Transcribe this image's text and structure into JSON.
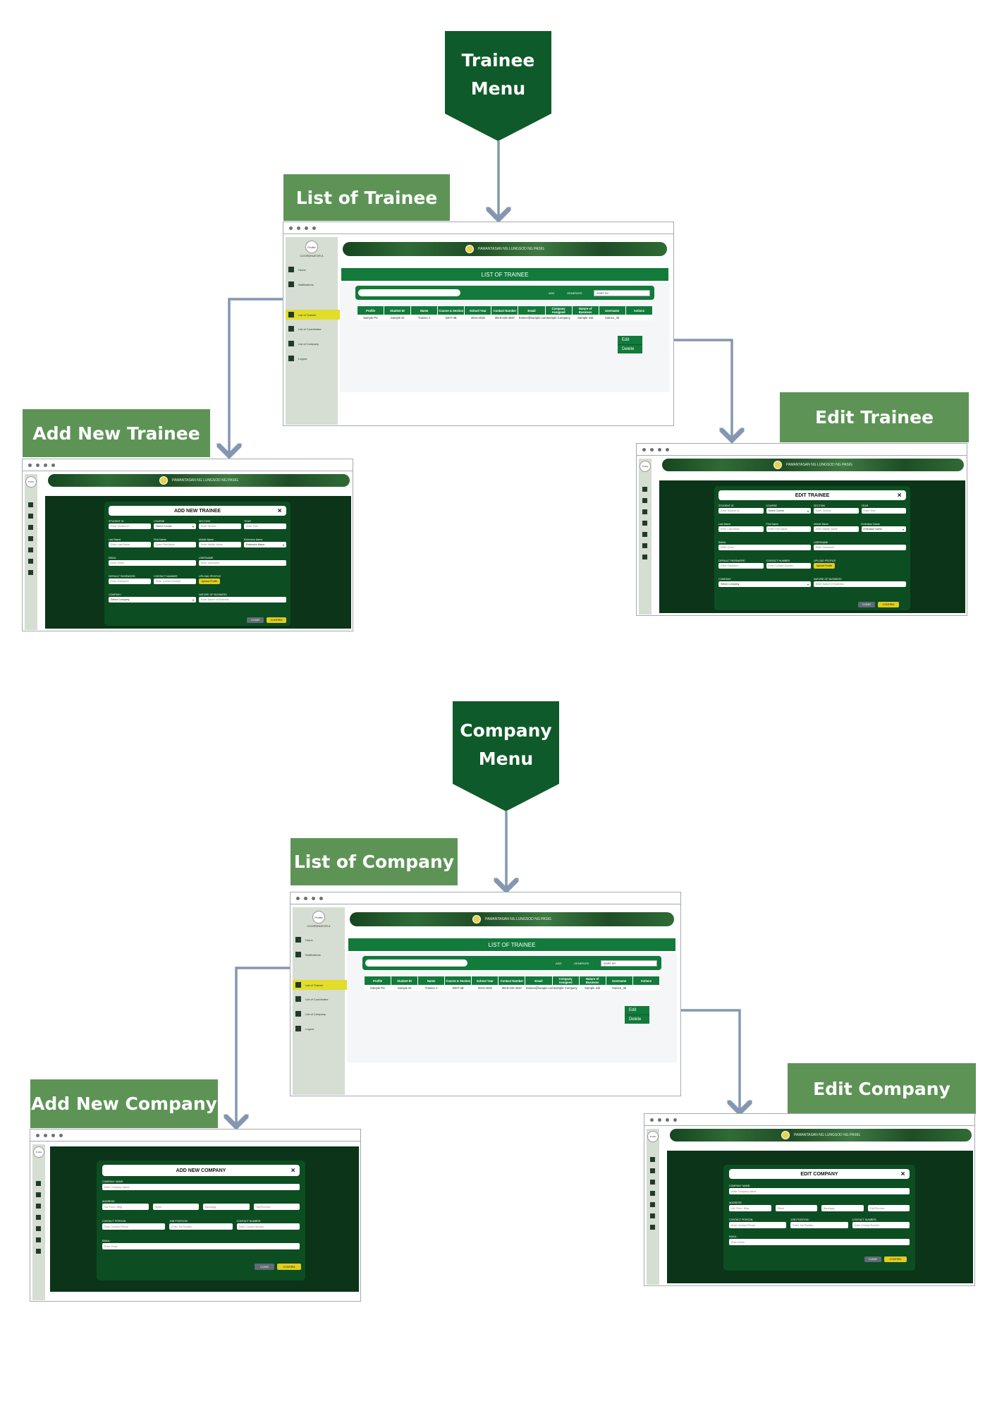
{
  "headings": {
    "trainee_menu": [
      "Trainee",
      "Menu"
    ],
    "company_menu": [
      "Company",
      "Menu"
    ]
  },
  "labels": {
    "list_trainee": "List of Trainee",
    "add_trainee": "Add New Trainee",
    "edit_trainee": "Edit Trainee",
    "list_company": "List of Company",
    "add_company": "Add New Company",
    "edit_company": "Edit Company"
  },
  "app": {
    "banner": "PAMANTASAN NG LUNGSOD NG PASIG",
    "profile": "Profile",
    "user": "COORDINATOR A",
    "nav": [
      "Home",
      "Notifications",
      "List of Trainee",
      "List of Coordinator",
      "List of Company",
      "Logout"
    ],
    "list_title": "LIST OF TRAINEE",
    "add_btn": "ADD",
    "generate_btn": "GENERATE",
    "sort_placeholder": "SORT BY",
    "columns": [
      "Profile",
      "Student ID",
      "Name",
      "Course & Section",
      "School Year",
      "Contact Number",
      "Email",
      "Company Assigned",
      "Nature of Business",
      "Username",
      "Actions"
    ],
    "row": [
      "Sample Pic",
      "Sample ID",
      "Trainee A",
      "BSIT-4B",
      "2024-2025",
      "0919-225-4567",
      "trainee@sample.com",
      "Sample Company",
      "Sample Job",
      "trainee_45",
      ""
    ],
    "action_menu": [
      "Edit",
      "Delete"
    ]
  },
  "add_trainee_form": {
    "title": "ADD NEW TRAINEE",
    "close": "✕",
    "fields": [
      {
        "label": "STUDENT ID",
        "placeholder": "Enter Student ID"
      },
      {
        "label": "COURSE",
        "placeholder": "Select Course"
      },
      {
        "label": "SECTION",
        "placeholder": "Enter Section"
      },
      {
        "label": "YEAR",
        "placeholder": "Enter Year"
      },
      {
        "label": "Last Name",
        "placeholder": "Enter Last Name"
      },
      {
        "label": "First Name",
        "placeholder": "Enter First Name"
      },
      {
        "label": "Middle Name",
        "placeholder": "Enter Middle Name"
      },
      {
        "label": "Extension Name",
        "placeholder": "Extension Name"
      },
      {
        "label": "EMAIL",
        "placeholder": "Enter Email"
      },
      {
        "label": "USERNAME",
        "placeholder": "Enter Username"
      },
      {
        "label": "DEFAULT PASSWORD",
        "placeholder": "Enter Password"
      },
      {
        "label": "CONTACT NUMBER",
        "placeholder": "Enter Contact Number"
      },
      {
        "label": "UPLOAD PROFILE",
        "placeholder": "Upload Profile"
      },
      {
        "label": "COMPANY",
        "placeholder": "Select Company"
      },
      {
        "label": "NATURE OF BUSINESS",
        "placeholder": "Enter Nature of Business"
      }
    ],
    "clear": "CLEAR",
    "confirm": "CONFIRM"
  },
  "edit_trainee_form": {
    "title": "EDIT TRAINEE",
    "close": "✕",
    "clear": "CLEAR",
    "confirm": "CONFIRM"
  },
  "add_company_form": {
    "title": "ADD NEW COMPANY",
    "close": "✕",
    "fields": [
      {
        "label": "COMPANY NAME:",
        "placeholder": "Enter Company Name"
      },
      {
        "label": "ADDRESS:",
        "placeholder": "No/ Floor / Bldg"
      },
      {
        "label": "",
        "placeholder": "Street"
      },
      {
        "label": "",
        "placeholder": "Barangay"
      },
      {
        "label": "",
        "placeholder": "City/Province"
      },
      {
        "label": "CONTACT PERSON:",
        "placeholder": "Enter Contact Person"
      },
      {
        "label": "JOB POSITION:",
        "placeholder": "Enter Job Position"
      },
      {
        "label": "CONTACT NUMBER:",
        "placeholder": "Enter Contact Number"
      },
      {
        "label": "EMAIL:",
        "placeholder": "Enter Email"
      }
    ],
    "clear": "CLEAR",
    "confirm": "CONFIRM"
  },
  "edit_company_form": {
    "title": "EDIT COMPANY",
    "close": "✕",
    "clear": "CLEAR",
    "confirm": "CONFIRM"
  },
  "colors": {
    "heading": "#0f5a2a",
    "label": "#5d9456",
    "connector": "#8497b0",
    "app_green": "#127a3b",
    "accent_yellow": "#e2cd1e"
  }
}
